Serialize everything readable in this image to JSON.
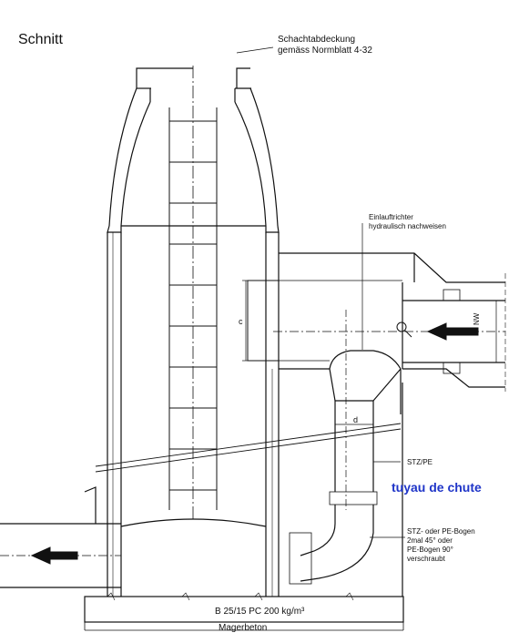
{
  "title": "Schnitt",
  "labels": {
    "cover_line1": "Schachtabdeckung",
    "cover_line2": "gemäss Normblatt  4-32",
    "inlet_line1": "Einlauftrichter",
    "inlet_line2": "hydraulisch nachweisen",
    "pipe_material": "STZ/PE",
    "drop_pipe": "tuyau de chute",
    "bend_line1": "STZ- oder PE-Bogen",
    "bend_line2": "2mal 45° oder",
    "bend_line3": "PE-Bogen 90°",
    "bend_line4": "verschraubt",
    "concrete": "B 25/15   PC 200 kg/m³",
    "lean_concrete": "Magerbeton",
    "dim_c": "c",
    "dim_d": "d",
    "dim_nw": "NW"
  },
  "colors": {
    "line": "#111111",
    "annotation": "#1f35c8"
  }
}
